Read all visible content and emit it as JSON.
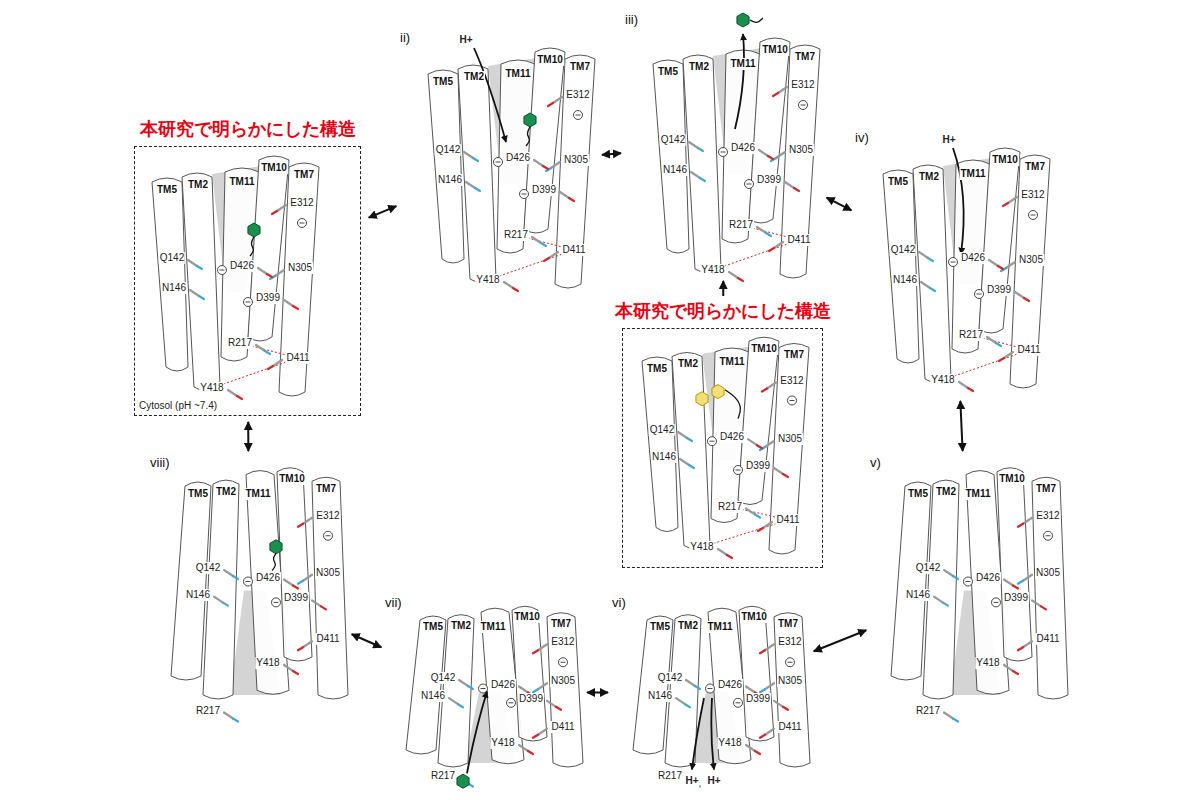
{
  "diagram": {
    "nodes": [
      {
        "text": [
          "本研究で明らかにした構造"
        ]
      },
      {
        "text": [
          "ii)"
        ]
      },
      {
        "text": [
          "iii)"
        ]
      },
      {
        "text": [
          "iv)"
        ]
      },
      {
        "text": [
          "本研究で明らかにした構造"
        ]
      },
      {
        "text": [
          "v)"
        ]
      },
      {
        "text": [
          "vi)"
        ]
      },
      {
        "text": [
          "vii)"
        ]
      },
      {
        "text": [
          "viii)"
        ]
      }
    ],
    "edges": [
      {
        "from": 0,
        "to": 1,
        "arrow": "both"
      },
      {
        "from": 1,
        "to": 2,
        "arrow": "both"
      },
      {
        "from": 2,
        "to": 3,
        "arrow": "both"
      },
      {
        "from": 3,
        "to": 5,
        "arrow": "both"
      },
      {
        "from": 5,
        "to": 6,
        "arrow": "both"
      },
      {
        "from": 6,
        "to": 7,
        "arrow": "both"
      },
      {
        "from": 7,
        "to": 8,
        "arrow": "both"
      },
      {
        "from": 8,
        "to": 0,
        "arrow": "both"
      },
      {
        "from": 4,
        "to": 2,
        "arrow": "to"
      }
    ],
    "labels": [
      "TM5",
      "TM2",
      "TM10",
      "TM11",
      "TM7",
      "E312",
      "Q142",
      "N305",
      "D426",
      "N146",
      "D399",
      "R217",
      "D411",
      "Y418",
      "Cytosol (pH ~7.4)",
      "TM5",
      "TM2",
      "TM10",
      "TM11",
      "TM7",
      "E312",
      "Q142",
      "N305",
      "D426",
      "N146",
      "D399",
      "R217",
      "D411",
      "Y418",
      "H+",
      "TM5",
      "TM2",
      "TM10",
      "TM11",
      "TM7",
      "E312",
      "Q142",
      "N305",
      "D426",
      "N146",
      "D399",
      "R217",
      "D411",
      "Y418",
      "TM5",
      "TM2",
      "TM10",
      "TM11",
      "TM7",
      "E312",
      "Q142",
      "N305",
      "D426",
      "N146",
      "D399",
      "R217",
      "D411",
      "Y418",
      "H+",
      "TM5",
      "TM2",
      "TM10",
      "TM11",
      "TM7",
      "E312",
      "Q142",
      "N305",
      "D426",
      "N146",
      "D399",
      "R217",
      "D411",
      "Y418",
      "TM5",
      "TM2",
      "TM10",
      "TM11",
      "TM7",
      "E312",
      "Q142",
      "N305",
      "D426",
      "N146",
      "D399",
      "R217",
      "D411",
      "Y418",
      "TM5",
      "TM2",
      "TM10",
      "TM11",
      "TM7",
      "E312",
      "Q142",
      "N305",
      "D426",
      "N146",
      "D399",
      "R217",
      "D411",
      "Y418",
      "H+",
      "H+",
      "TM5",
      "TM2",
      "TM10",
      "TM11",
      "TM7",
      "E312",
      "Q142",
      "N305",
      "D426",
      "N146",
      "D399",
      "R217",
      "D411",
      "Y418",
      "TM5",
      "TM2",
      "TM10",
      "TM11",
      "TM7",
      "E312",
      "Q142",
      "N305",
      "D426",
      "N146",
      "D399",
      "R217",
      "D411",
      "Y418"
    ]
  }
}
